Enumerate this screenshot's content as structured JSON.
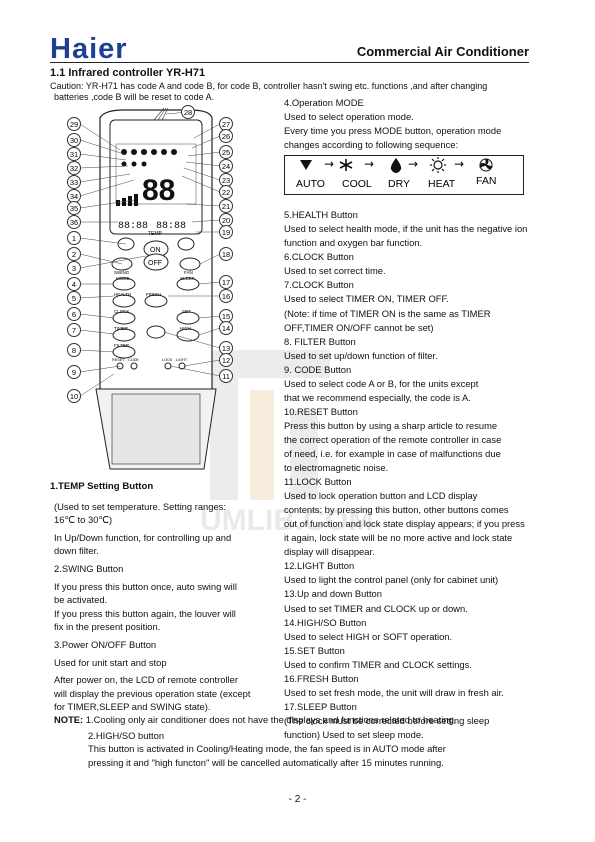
{
  "header": {
    "logo": "Haier",
    "title": "Commercial Air Conditioner"
  },
  "section_title": "1.1 Infrared controller YR-H71",
  "caution": [
    "Caution: YR-H71 has code A and code B, for code B, controller hasn't swing etc. functions ,and after changing",
    "batteries ,code B will be reset to code A."
  ],
  "mode_diagram": {
    "arrow": "→",
    "labels": [
      "AUTO",
      "COOL",
      "DRY",
      "HEAT",
      "FAN"
    ]
  },
  "remote": {
    "callouts": [
      "1",
      "2",
      "3",
      "4",
      "5",
      "6",
      "7",
      "8",
      "9",
      "10",
      "11",
      "12",
      "13",
      "14",
      "15",
      "16",
      "17",
      "18",
      "19",
      "20",
      "21",
      "22",
      "23",
      "24",
      "25",
      "26",
      "27",
      "28",
      "29",
      "30",
      "31",
      "32",
      "33",
      "34",
      "35",
      "36"
    ],
    "display": {
      "big": "88",
      "small": "88:88"
    },
    "buttons": [
      "TEMP",
      "ON",
      "OFF",
      "SWING",
      "FAN",
      "MODE",
      "SLEEP",
      "HEALTH",
      "FRESH",
      "CLOCK",
      "SET",
      "TIMER",
      "HIGH",
      "FILTER",
      "RESET",
      "CODE",
      "LOCK",
      "LIGHT"
    ]
  },
  "right_column": [
    "4.Operation MODE",
    "Used to select operation mode.",
    "Every time you press MODE button, operation mode",
    "changes according to following sequence:",
    "",
    "",
    "",
    "",
    "5.HEALTH Button",
    "Used to select health mode, if the unit has the negative ion",
    "function and oxygen bar function.",
    "6.CLOCK Button",
    "Used to set correct time.",
    "7.CLOCK Button",
    "Used to select TIMER ON, TIMER OFF.",
    "(Note: if time of TIMER ON is the same as TIMER",
    "OFF,TIMER ON/OFF cannot be set)",
    "8. FILTER Button",
    "Used to set up/down function of filter.",
    "9. CODE Button",
    "Used to select code A or B, for the units except",
    "that we recommend especially, the code is A.",
    "10.RESET Button",
    " Press this button by using a sharp article to resume",
    " the correct operation of the remote controller in case",
    " of need, i.e. for example in case of malfunctions due",
    " to electromagnetic noise.",
    "11.LOCK Button",
    "Used to lock operation button and LCD display",
    "contents: by pressing this button, other buttons comes",
    "out of function and lock state display appears; if you press",
    "it again, lock state will be no more active and lock state",
    "display will disappear.",
    "12.LIGHT Button",
    "Used to light the control panel (only for cabinet unit)",
    "13.Up and down Button",
    "Used to set TIMER and CLOCK up or down.",
    "14.HIGH/SO Button",
    "Used to select HIGH or SOFT operation.",
    "15.SET Button",
    "Used to confirm TIMER and CLOCK settings.",
    "16.FRESH Button",
    "Used to set fresh mode, the unit will draw in fresh air.",
    "17.SLEEP Button",
    "(The clock must be corrected before setting sleep",
    "function) Used to set sleep mode."
  ],
  "left_column": {
    "title": "1.TEMP Setting Button",
    "paragraphs": [
      "(Used to set temperature. Setting ranges:",
      "16℃ to 30℃)",
      "In Up/Down function, for controlling up and",
      "down filter.",
      "2.SWING Button",
      "If you press this button once, auto swing will",
      "be activated.",
      "If you press this button again, the louver will",
      "fix in the present position.",
      "3.Power ON/OFF Button",
      "Used for unit start and stop",
      "After power on, the LCD of remote controller",
      "will display the previous operation state (except",
      "for TIMER,SLEEP and SWING state)."
    ]
  },
  "note": {
    "label": "NOTE:",
    "item1": "1.Cooling only air conditioner does not have the displays and functions related to heating.",
    "item2_title": "2.HIGH/SO button",
    "item2_line1": "This button is activated in Cooling/Heating mode, the fan speed is in AUTO mode after",
    "item2_line2": "pressing it and \"high functon\" will be cancelled automatically after 15 minutes running."
  },
  "watermark_text": "UMLIB.COM",
  "page_number": "- 2 -",
  "colors": {
    "logo": "#1f3f96"
  }
}
